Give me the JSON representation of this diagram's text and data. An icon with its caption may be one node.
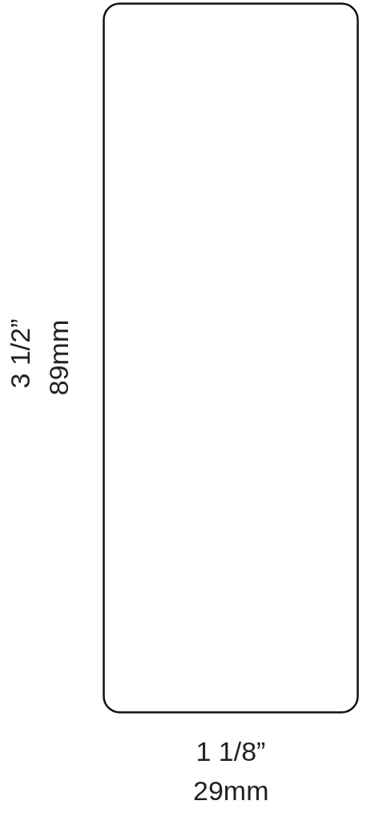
{
  "diagram": {
    "nodes": [
      {
        "text": [],
        "shape": "box"
      }
    ],
    "labels": [
      "3 1/2”",
      "89mm",
      "1 1/8”",
      "29mm"
    ]
  }
}
